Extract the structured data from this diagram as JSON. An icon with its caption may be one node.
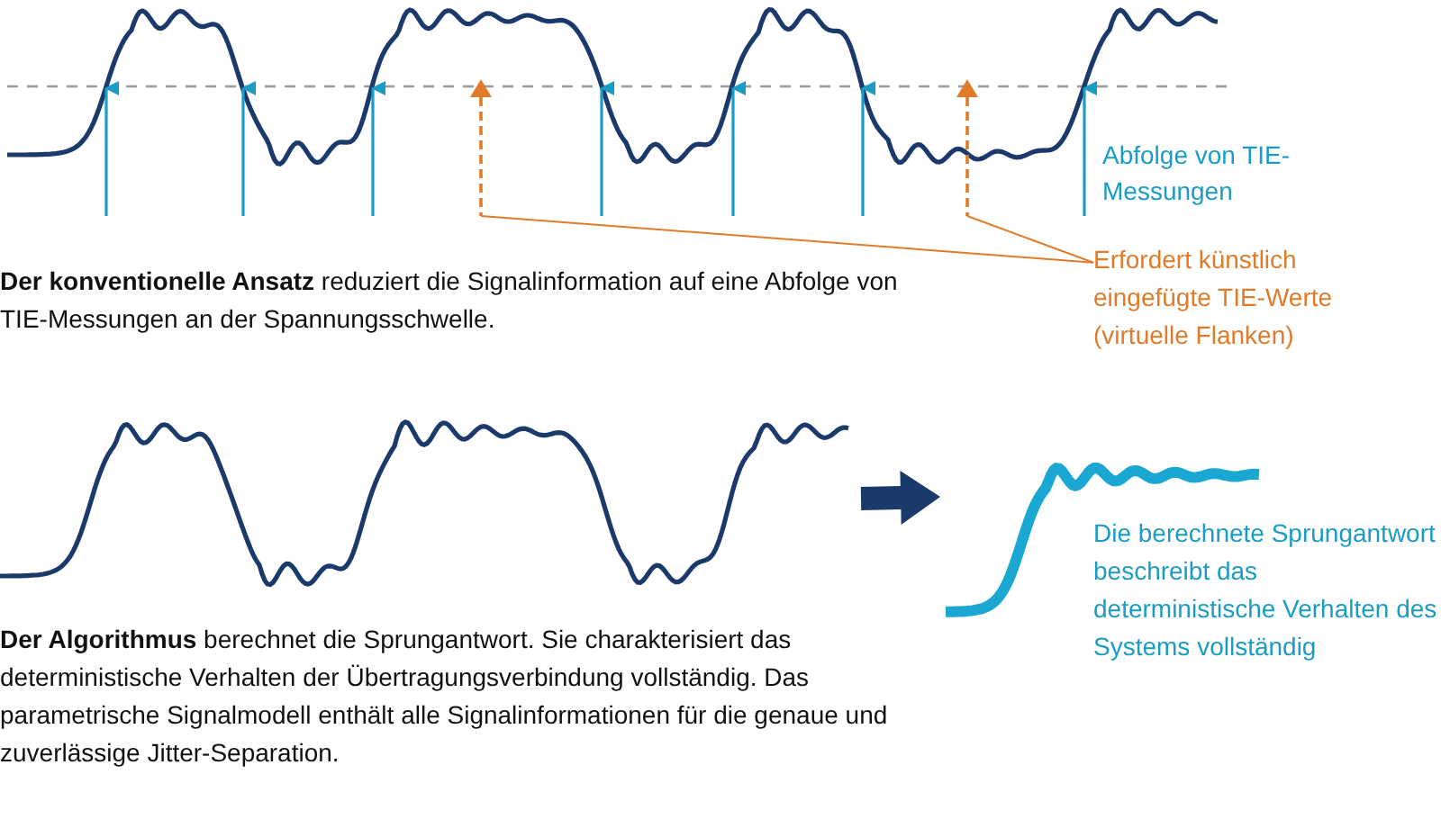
{
  "diagram": {
    "nodes": [
      {
        "text": [],
        "shape": "picture"
      },
      {
        "text": [],
        "shape": "arrow",
        "in": 0
      },
      {
        "text": [],
        "shape": "arrow",
        "in": 0
      },
      {
        "text": [
          "Erfordert künstlich eingefügte TIE-Werte (virtuelle Flanken)"
        ]
      },
      {
        "text": [],
        "shape": "picture"
      },
      {
        "text": [],
        "shape": "picture",
        "beside": [
          "Die berechnete Sprungantwort beschreibt das deterministische Verhalten des Systems vollständig"
        ]
      }
    ],
    "edges": [
      {
        "from": 3,
        "to": 1,
        "arrow": "none"
      },
      {
        "from": 3,
        "to": 2,
        "arrow": "none"
      },
      {
        "from": 4,
        "to": 5,
        "arrow": "to",
        "style": "thick",
        "color": "#1a3a6b"
      }
    ],
    "labels": [
      "Abfolge von TIE-Messungen",
      "**Der konventionelle Ansatz** reduziert die Signalinformation auf eine Abfolge von TIE-Messungen an der Spannungsschwelle.",
      "**Der Algorithmus** berechnet die Sprungantwort. Sie charakterisiert das deterministische Verhalten der Übertragungsverbindung vollständig. Das parametrische Signalmodell enthält alle Signalinformationen für die genaue und zuverlässige Jitter-Separation."
    ]
  }
}
